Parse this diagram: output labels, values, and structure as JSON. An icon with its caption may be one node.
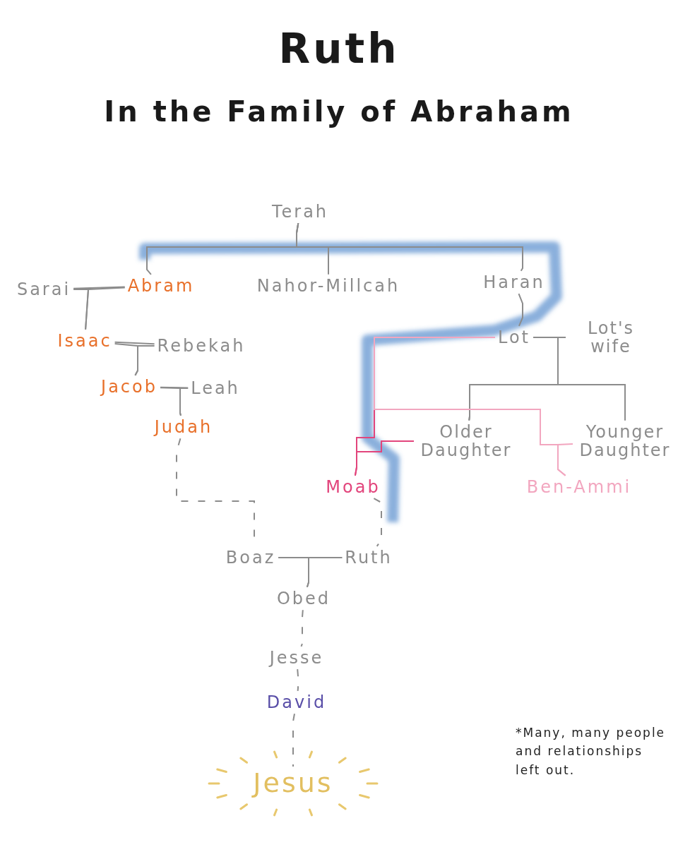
{
  "diagram": {
    "title": "Ruth",
    "nodes": [
      {
        "text": [
          "Terah"
        ]
      },
      {
        "text": [
          "Abram"
        ]
      },
      {
        "text": [
          "Nahor-Millcah"
        ]
      },
      {
        "text": [
          "Haran"
        ]
      },
      {
        "text": [
          "Sarai"
        ]
      },
      {
        "text": [
          "Isaac"
        ]
      },
      {
        "text": [
          "Rebekah"
        ]
      },
      {
        "text": [
          "Jacob"
        ]
      },
      {
        "text": [
          "Leah"
        ]
      },
      {
        "text": [
          "Judah"
        ]
      },
      {
        "text": [
          "Lot"
        ]
      },
      {
        "text": [
          "Lot's wife"
        ]
      },
      {
        "text": [
          "Older Daughter"
        ]
      },
      {
        "text": [
          "Younger Daughter"
        ]
      },
      {
        "text": [
          "Moab"
        ]
      },
      {
        "text": [
          "Ben-Ammi"
        ]
      },
      {
        "text": [
          "Boaz"
        ]
      },
      {
        "text": [
          "Ruth"
        ]
      },
      {
        "text": [
          "Obed"
        ]
      },
      {
        "text": [
          "Jesse"
        ]
      },
      {
        "text": [
          "David"
        ]
      },
      {
        "text": [
          "Jesus"
        ]
      }
    ],
    "edges": [
      {
        "from": 0,
        "to": 1,
        "arrow": "none"
      },
      {
        "from": 0,
        "to": 2,
        "arrow": "none"
      },
      {
        "from": 0,
        "to": 3,
        "arrow": "none"
      },
      {
        "from": 4,
        "to": 1,
        "arrow": "none"
      },
      {
        "from": 4,
        "to": 5,
        "arrow": "none"
      },
      {
        "from": 1,
        "to": 5,
        "arrow": "none"
      },
      {
        "from": 5,
        "to": 6,
        "arrow": "none"
      },
      {
        "from": 5,
        "to": 7,
        "arrow": "none"
      },
      {
        "from": 6,
        "to": 7,
        "arrow": "none"
      },
      {
        "from": 7,
        "to": 8,
        "arrow": "none"
      },
      {
        "from": 7,
        "to": 9,
        "arrow": "none"
      },
      {
        "from": 8,
        "to": 9,
        "arrow": "none"
      },
      {
        "from": 9,
        "to": 16,
        "arrow": "none",
        "style": "dashed"
      },
      {
        "from": 3,
        "to": 10,
        "arrow": "none"
      },
      {
        "from": 10,
        "to": 11,
        "arrow": "none"
      },
      {
        "from": 10,
        "to": 12,
        "arrow": "none"
      },
      {
        "from": 11,
        "to": 12,
        "arrow": "none"
      },
      {
        "from": 10,
        "to": 13,
        "arrow": "none"
      },
      {
        "from": 11,
        "to": 13,
        "arrow": "none"
      },
      {
        "from": 10,
        "to": 14,
        "arrow": "none",
        "color": "#e2457c"
      },
      {
        "from": 12,
        "to": 14,
        "arrow": "none",
        "color": "#e2457c"
      },
      {
        "from": 10,
        "to": 15,
        "arrow": "none",
        "color": "#f2a6bf"
      },
      {
        "from": 13,
        "to": 15,
        "arrow": "none",
        "color": "#f2a6bf"
      },
      {
        "from": 14,
        "to": 17,
        "arrow": "none",
        "style": "dashed"
      },
      {
        "from": 16,
        "to": 17,
        "arrow": "none"
      },
      {
        "from": 16,
        "to": 18,
        "arrow": "none"
      },
      {
        "from": 17,
        "to": 18,
        "arrow": "none"
      },
      {
        "from": 18,
        "to": 19,
        "arrow": "none",
        "style": "dashed"
      },
      {
        "from": 19,
        "to": 20,
        "arrow": "none",
        "style": "dashed"
      },
      {
        "from": 20,
        "to": 21,
        "arrow": "none",
        "style": "dashed"
      }
    ],
    "labels": [
      "In the Family of Abraham",
      "*Many, many people and relationships left out."
    ]
  }
}
